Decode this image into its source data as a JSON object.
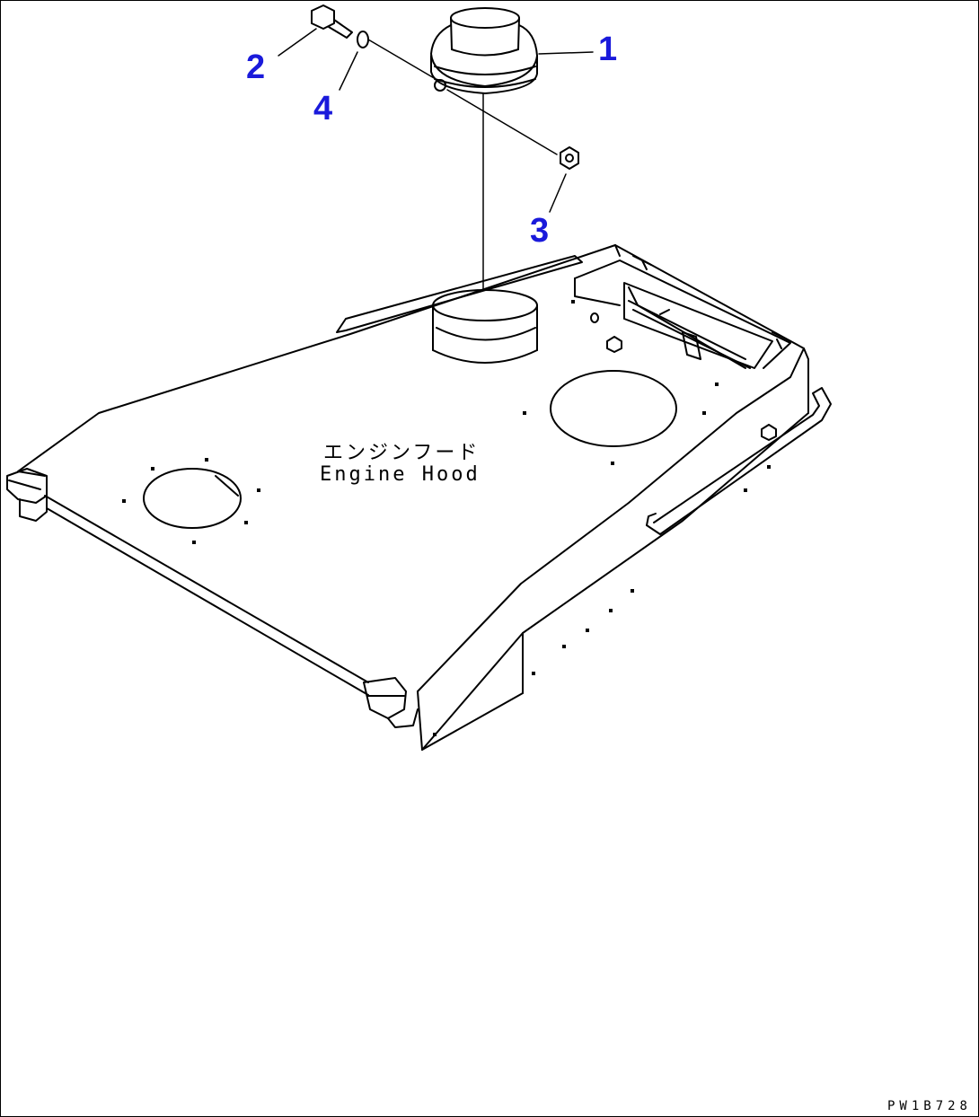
{
  "callouts": [
    {
      "id": "1",
      "label": "1"
    },
    {
      "id": "2",
      "label": "2"
    },
    {
      "id": "3",
      "label": "3"
    },
    {
      "id": "4",
      "label": "4"
    }
  ],
  "hood_label": {
    "japanese": "エンジンフード",
    "english": "Engine Hood"
  },
  "drawing_code": "PW1B728",
  "colors": {
    "callout": "#1a1adb",
    "line": "#000000",
    "background": "#ffffff"
  }
}
